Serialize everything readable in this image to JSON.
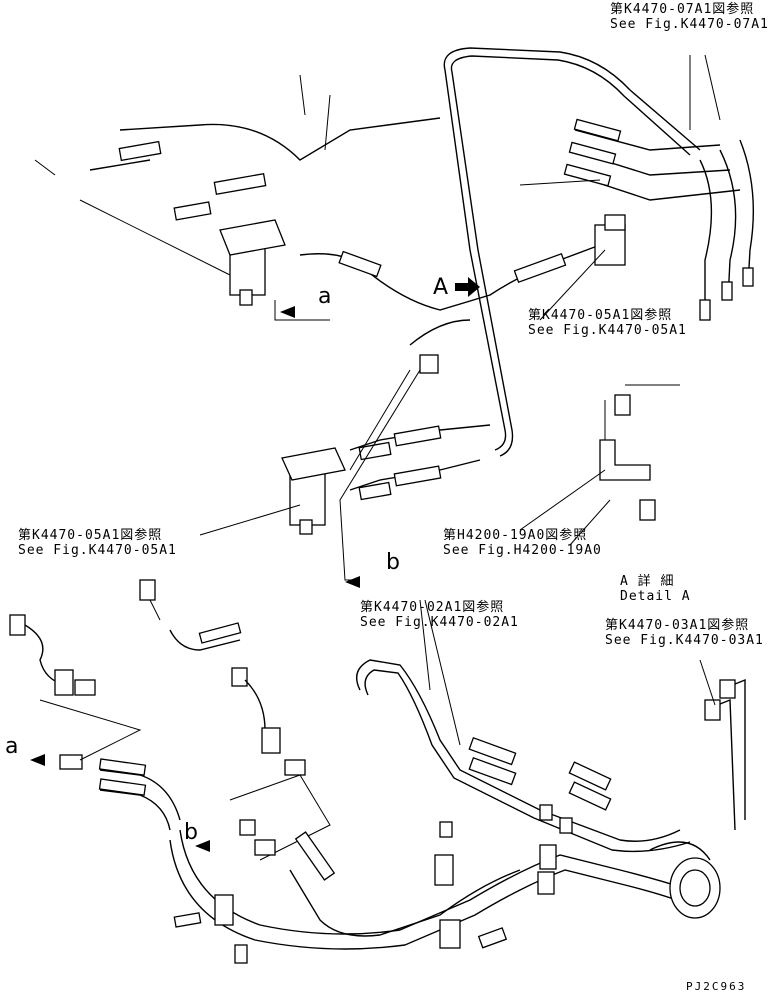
{
  "references": [
    {
      "id": "k4470-07a1",
      "jp": "第K4470-07A1図参照",
      "en": "See Fig.K4470-07A1"
    },
    {
      "id": "k4470-05a1-top",
      "jp": "第K4470-05A1図参照",
      "en": "See Fig.K4470-05A1"
    },
    {
      "id": "k4470-05a1-left",
      "jp": "第K4470-05A1図参照",
      "en": "See Fig.K4470-05A1"
    },
    {
      "id": "h4200-19a0",
      "jp": "第H4200-19A0図参照",
      "en": "See Fig.H4200-19A0"
    },
    {
      "id": "k4470-02a1",
      "jp": "第K4470-02A1図参照",
      "en": "See Fig.K4470-02A1"
    },
    {
      "id": "k4470-03a1",
      "jp": "第K4470-03A1図参照",
      "en": "See Fig.K4470-03A1"
    }
  ],
  "detail": {
    "jp": "A 詳 細",
    "en": "Detail A"
  },
  "letters": {
    "A": "A",
    "a1": "a",
    "a2": "a",
    "b1": "b",
    "b2": "b"
  },
  "drawing_id": "PJ2C963"
}
